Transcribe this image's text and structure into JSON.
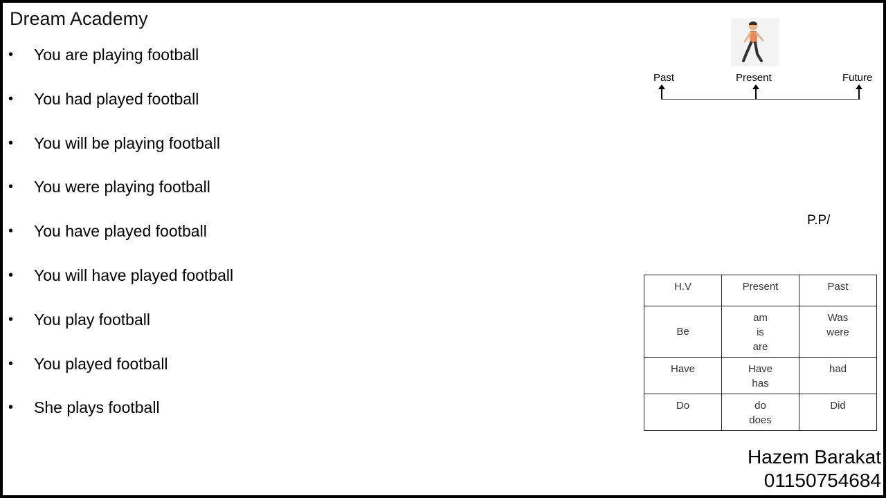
{
  "title": "Dream Academy",
  "sentences": [
    "You are playing football",
    "You had played football",
    "You will be playing football",
    "You were playing football",
    "You have played football",
    "You will have played football",
    "You play football",
    "You played football",
    "She plays football"
  ],
  "bullet_symbol": "•",
  "timeline": {
    "past": "Past",
    "present": "Present",
    "future": "Future"
  },
  "pp_label": "P.P/",
  "verb_table": {
    "headers": [
      "H.V",
      "Present",
      "Past"
    ],
    "rows": [
      {
        "verb": "Be",
        "present": [
          "am",
          "is",
          "are"
        ],
        "past": [
          "Was",
          "were"
        ]
      },
      {
        "verb": "Have",
        "present": [
          "Have",
          "has"
        ],
        "past": [
          "had"
        ]
      },
      {
        "verb": "Do",
        "present": [
          "do",
          "does"
        ],
        "past": [
          "Did"
        ]
      }
    ]
  },
  "author": {
    "name": "Hazem Barakat",
    "phone": "01150754684"
  }
}
